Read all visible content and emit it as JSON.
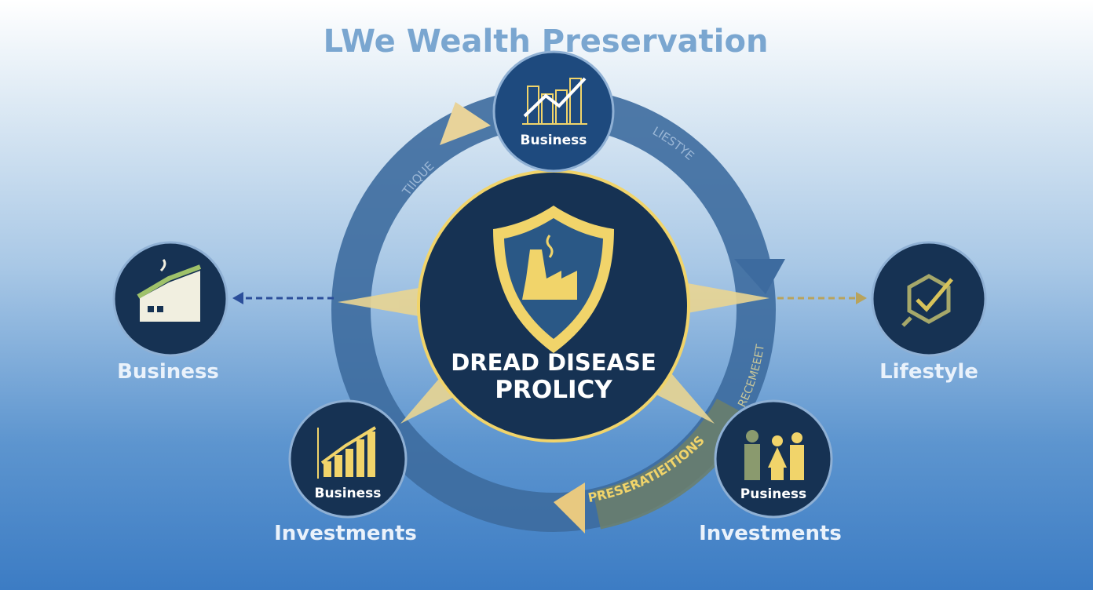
{
  "title": "LWe Wealth Preservation",
  "center": {
    "line1": "DREAD DISEASE",
    "line2": "PROLICY",
    "icon": "shield-factory-icon"
  },
  "nodes": {
    "top": {
      "label": "Business",
      "icon": "growth-chart-icon"
    },
    "left": {
      "caption": "Business",
      "icon": "house-growth-icon"
    },
    "right": {
      "caption": "Lifestyle",
      "icon": "hexagon-check-icon"
    },
    "bottom_left": {
      "label": "Business",
      "caption": "Investments",
      "icon": "bar-chart-icon"
    },
    "bottom_right": {
      "label": "Pusiness",
      "caption": "Investments",
      "icon": "family-icon"
    }
  },
  "arc_labels": {
    "top_left": "TIIQUE",
    "top_right": "LIESTYE",
    "right": "RECEMEEET",
    "bottom": "PRESERATIEITIONS"
  },
  "colors": {
    "navy": "#143456",
    "gold": "#f1d46a",
    "ring": "#3d6b9f",
    "title": "#7aa6d0"
  }
}
